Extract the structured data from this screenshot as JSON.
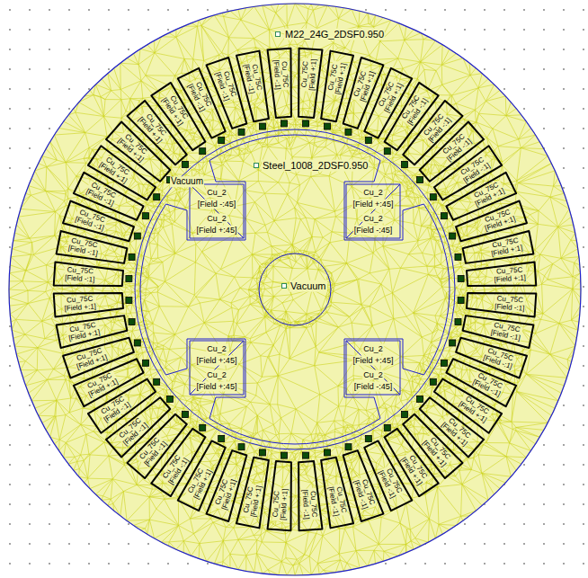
{
  "diagram": {
    "labels": [
      "M22_24G_2DSF0.950",
      "Steel_1008_2DSF0.950",
      "Vacuum",
      "Vacuum",
      "Cu_2",
      "[Field -:45]",
      "Cu_2",
      "[Field +:45]",
      "Cu_2",
      "[Field +:45]",
      "Cu_2",
      "[Field -:45]",
      "Cu_2",
      "[Field +:45]",
      "Cu_2",
      "[Field +:45]",
      "Cu_2",
      "[Field +:45]",
      "Cu_2",
      "[Field -:45]",
      "Cu_75C",
      "[Field +:1]",
      "Cu_75C",
      "[Field +:1]",
      "Cu_75C",
      "[Field +:1]",
      "Cu_75C",
      "[Field +:1]",
      "Cu_75C",
      "[Field -:1]",
      "Cu_75C",
      "[Field -:1]",
      "Cu_75C",
      "[Field -:1]",
      "Cu_75C",
      "[Field -:1]",
      "Cu_75C",
      "[Field +:1]",
      "Cu_75C",
      "[Field +:1]",
      "Cu_75C",
      "[Field +:1]",
      "Cu_75C",
      "[Field +:1]",
      "Cu_75C",
      "[Field -:1]",
      "Cu_75C",
      "[Field -:1]",
      "Cu_75C",
      "[Field -:1]",
      "Cu_75C",
      "[Field -:1]",
      "Cu_75C",
      "[Field +:1]",
      "Cu_75C",
      "[Field +:1]",
      "Cu_75C",
      "[Field +:1]",
      "Cu_75C",
      "[Field +:1]",
      "Cu_75C",
      "[Field -:1]",
      "Cu_75C",
      "[Field -:1]",
      "Cu_75C",
      "[Field -:1]",
      "Cu_75C",
      "[Field -:1]",
      "Cu_75C",
      "[Field +:1]",
      "Cu_75C",
      "[Field +:1]",
      "Cu_75C",
      "[Field +:1]",
      "Cu_75C",
      "[Field +:1]",
      "Cu_75C",
      "[Field -:1]",
      "Cu_75C",
      "[Field -:1]",
      "Cu_75C",
      "[Field -:1]",
      "Cu_75C",
      "[Field -:1]",
      "Cu_75C",
      "[Field +:1]",
      "Cu_75C",
      "[Field +:1]",
      "Cu_75C",
      "[Field +:1]",
      "Cu_75C",
      "[Field +:1]",
      "Cu_75C",
      "[Field -:1]",
      "Cu_75C",
      "[Field -:1]",
      "Cu_75C",
      "[Field -:1]",
      "Cu_75C",
      "[Field -:1]",
      "Cu_75C",
      "[Field +:1]",
      "Cu_75C",
      "[Field +:1]",
      "Cu_75C",
      "[Field +:1]",
      "Cu_75C",
      "[Field +:1]",
      "Cu_75C",
      "[Field -:1]",
      "Cu_75C",
      "[Field -:1]",
      "Cu_75C",
      "[Field -:1]",
      "Cu_75C",
      "[Field -:1]"
    ]
  }
}
